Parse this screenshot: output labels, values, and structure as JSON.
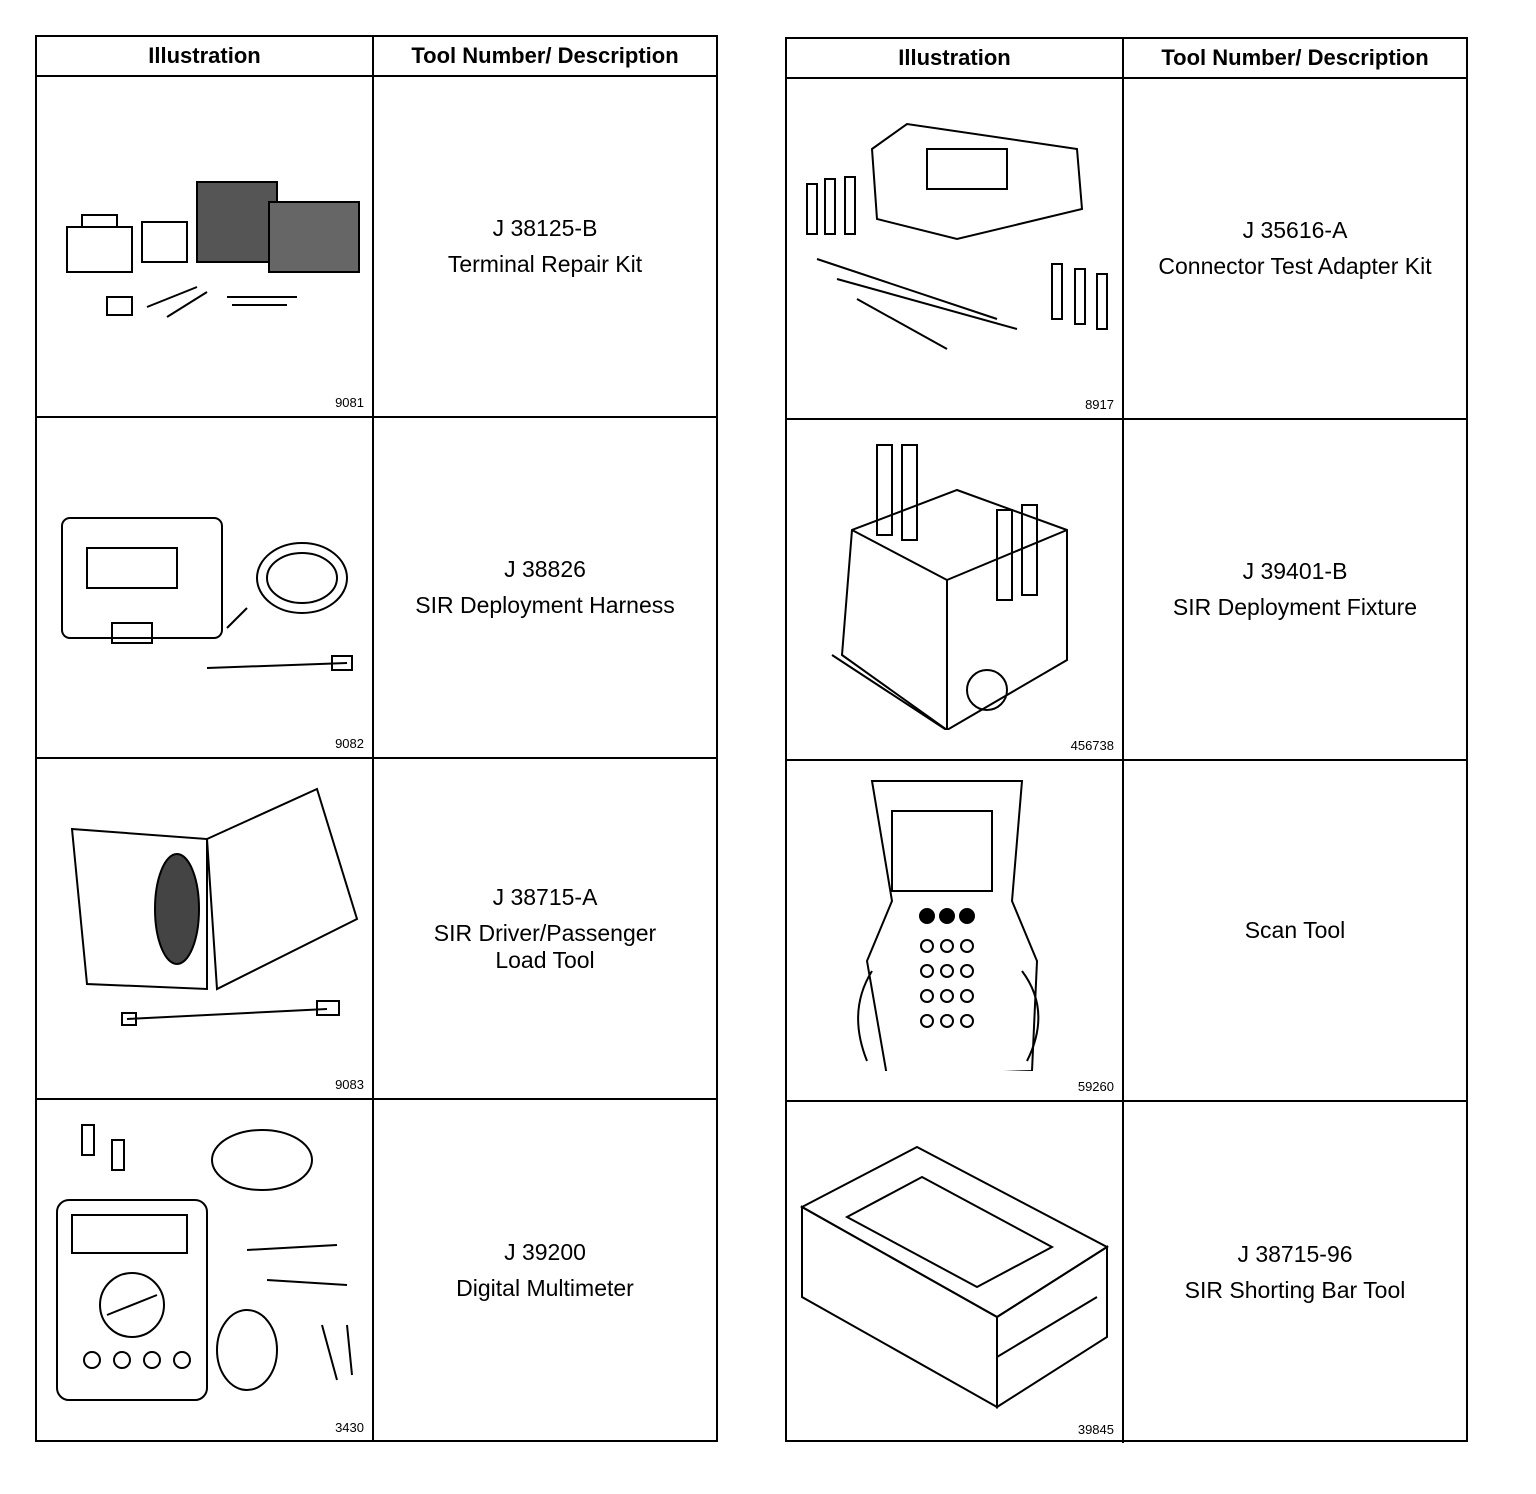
{
  "headers": {
    "illustration": "Illustration",
    "tool": "Tool Number/ Description"
  },
  "left": [
    {
      "number": "J 38125-B",
      "desc": [
        "Terminal Repair Kit"
      ],
      "fig": "9081",
      "icon": "terminal-repair-kit-illustration"
    },
    {
      "number": "J 38826",
      "desc": [
        "SIR Deployment Harness"
      ],
      "fig": "9082",
      "icon": "deployment-harness-illustration"
    },
    {
      "number": "J 38715-A",
      "desc": [
        "SIR Driver/Passenger",
        "Load Tool"
      ],
      "fig": "9083",
      "icon": "load-tool-illustration"
    },
    {
      "number": "J 39200",
      "desc": [
        "Digital Multimeter"
      ],
      "fig": "3430",
      "icon": "multimeter-illustration"
    }
  ],
  "right": [
    {
      "number": "J 35616-A",
      "desc": [
        "Connector Test Adapter Kit"
      ],
      "fig": "8917",
      "icon": "adapter-kit-illustration"
    },
    {
      "number": "J 39401-B",
      "desc": [
        "SIR Deployment Fixture"
      ],
      "fig": "456738",
      "icon": "deployment-fixture-illustration"
    },
    {
      "number": "",
      "desc": [
        "Scan Tool"
      ],
      "fig": "59260",
      "icon": "scan-tool-illustration"
    },
    {
      "number": "J 38715-96",
      "desc": [
        "SIR Shorting Bar Tool"
      ],
      "fig": "39845",
      "icon": "shorting-bar-illustration"
    }
  ]
}
